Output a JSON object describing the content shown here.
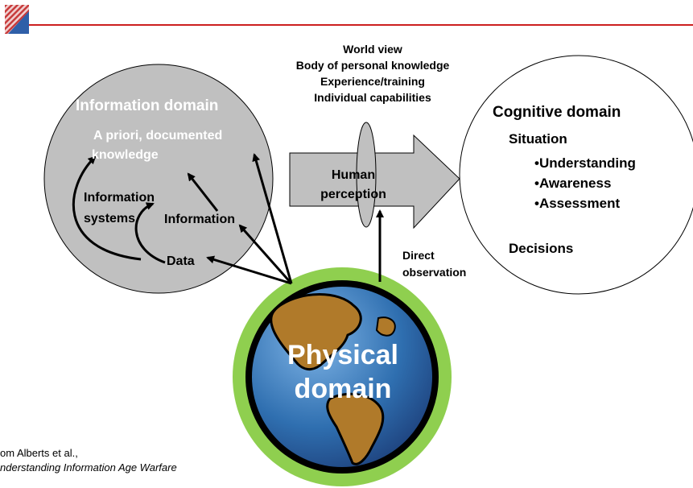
{
  "colors": {
    "accent_red": "#cc1f1f",
    "logo_blue": "#2f5fa8",
    "info_domain_fill": "#c0c0c0",
    "globe_ring": "#8fcf4f",
    "ocean": "#2f6fb0",
    "land": "#b07a2a"
  },
  "header": {
    "logo_icon": "striped-square-logo-icon"
  },
  "info_domain": {
    "title": "Information domain",
    "priori_line1": "A priori, documented",
    "priori_line2": "knowledge",
    "info_systems_line1": "Information",
    "info_systems_line2": "systems",
    "information": "Information",
    "data": "Data"
  },
  "context": {
    "lines": [
      "World view",
      "Body of personal knowledge",
      "Experience/training",
      "Individual capabilities"
    ]
  },
  "perception": {
    "line1": "Human",
    "line2": "perception"
  },
  "direct_observation": {
    "line1": "Direct",
    "line2": "observation"
  },
  "cognitive_domain": {
    "title": "Cognitive domain",
    "situation": "Situation",
    "bullets": [
      "•Understanding",
      "•Awareness",
      "•Assessment"
    ],
    "decisions": "Decisions"
  },
  "physical_domain": {
    "line1": "Physical",
    "line2": "domain",
    "icon": "globe-icon"
  },
  "citation": {
    "line1": "om Alberts et al.,",
    "line2": "nderstanding Information Age Warfare"
  }
}
